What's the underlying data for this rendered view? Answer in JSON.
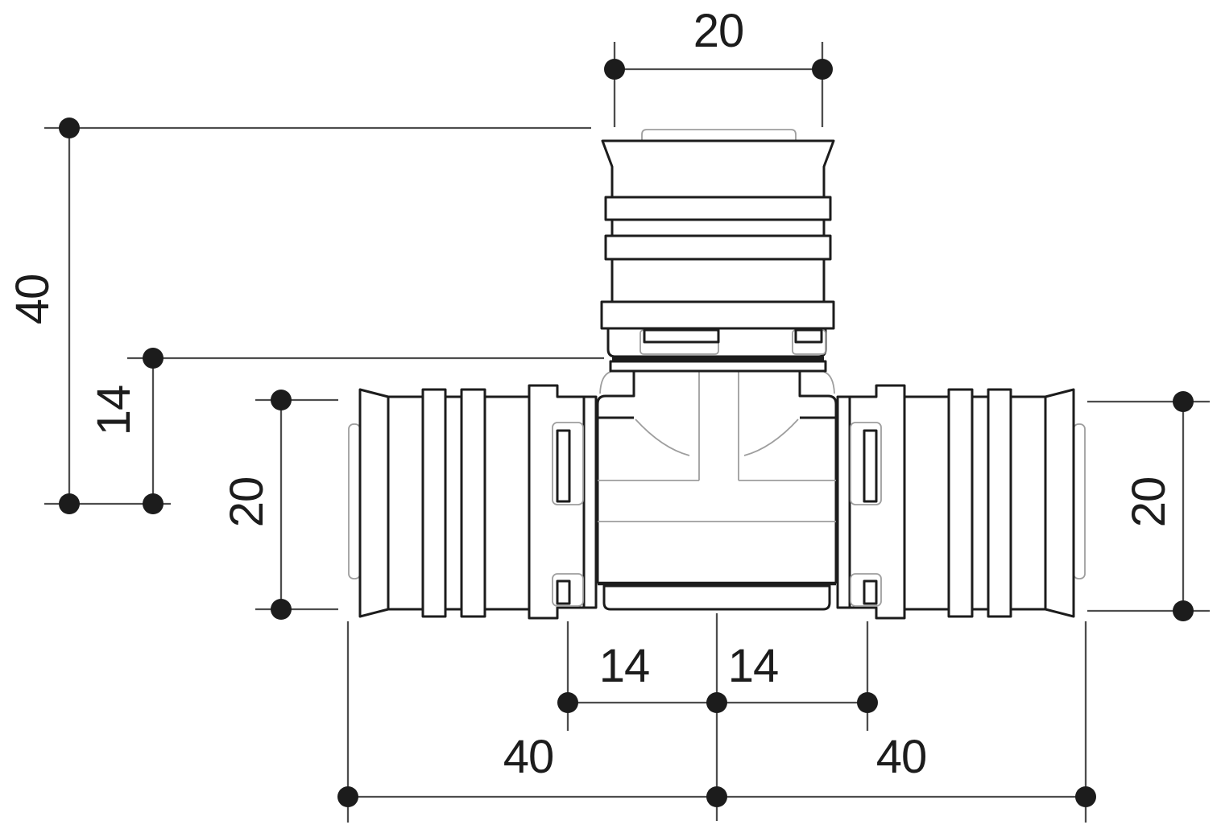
{
  "drawing": {
    "kind": "dimensioned technical drawing",
    "subject": "press-fit tee pipe fitting, front view"
  },
  "dimensions": {
    "top_branch_od": {
      "value": "20",
      "orientation": "horizontal",
      "location": "top branch outer diameter"
    },
    "branch_height": {
      "value": "40",
      "orientation": "vertical",
      "location": "branch end to run centerline"
    },
    "branch_insert_depth": {
      "value": "14",
      "orientation": "vertical",
      "location": "branch insertion depth to centerline"
    },
    "left_run_od": {
      "value": "20",
      "orientation": "vertical",
      "location": "left run outer diameter"
    },
    "right_run_od": {
      "value": "20",
      "orientation": "vertical",
      "location": "right run outer diameter"
    },
    "left_insert_depth": {
      "value": "14",
      "orientation": "horizontal",
      "location": "left insertion depth to centerline"
    },
    "right_insert_depth": {
      "value": "14",
      "orientation": "horizontal",
      "location": "right insertion depth to centerline"
    },
    "left_run_length": {
      "value": "40",
      "orientation": "horizontal",
      "location": "left run end to centerline"
    },
    "right_run_length": {
      "value": "40",
      "orientation": "horizontal",
      "location": "right run end to centerline"
    }
  },
  "colors": {
    "ink": "#1c1c1c",
    "dimline": "#4d4d4d",
    "faint": "#9e9e9e",
    "bg": "#ffffff"
  }
}
